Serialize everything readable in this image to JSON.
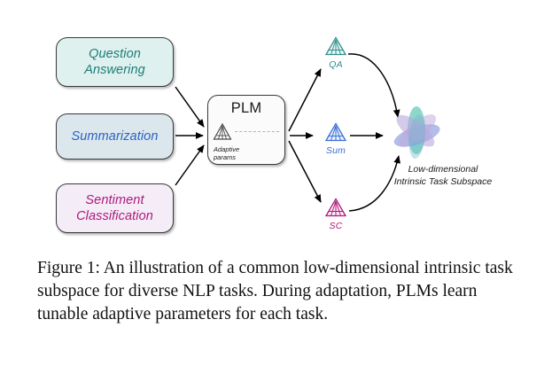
{
  "figure": {
    "caption": "Figure 1: An illustration of a common low-dimensional intrinsic task subspace for diverse NLP tasks.  During adaptation, PLMs learn tunable adaptive parameters for each task."
  },
  "tasks": [
    {
      "id": "qa",
      "label": "Question Answering",
      "fill": "#dff1ee",
      "text_color": "#1c7c79"
    },
    {
      "id": "summarization",
      "label": "Summarization",
      "fill": "#dce7ed",
      "text_color": "#2a62c4"
    },
    {
      "id": "sentiment",
      "label": "Sentiment Classification",
      "fill": "#f4ecf6",
      "text_color": "#b0187e"
    }
  ],
  "plm": {
    "title": "PLM",
    "adaptive_label": "Adaptive params",
    "icon": "adaptive-params-triangle-icon"
  },
  "outputs": [
    {
      "id": "qa",
      "label": "QA",
      "color": "#2f8f8c",
      "icon": "task-triangle-icon"
    },
    {
      "id": "sum",
      "label": "Sum",
      "color": "#3a6fd8",
      "icon": "task-triangle-icon"
    },
    {
      "id": "sc",
      "label": "SC",
      "color": "#b0187e",
      "icon": "task-triangle-icon"
    }
  ],
  "subspace": {
    "label_line1": "Low-dimensional",
    "label_line2": "Intrinsic Task Subspace",
    "icon": "subspace-flower-icon",
    "petal_colors": [
      "#5fbfb0",
      "#b8a6de",
      "#9fa9e0",
      "#c3a9dd",
      "#8fa8dc"
    ]
  },
  "colors": {
    "box_border": "#3a3a3a",
    "arrow": "#000000",
    "background": "#ffffff"
  }
}
